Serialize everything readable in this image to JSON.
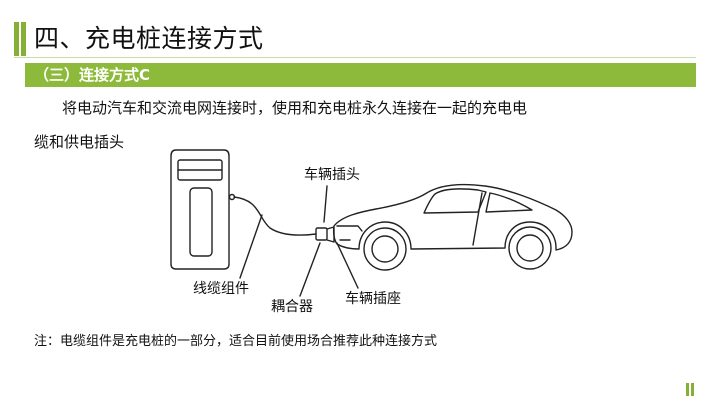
{
  "header": {
    "title": "四、充电桩连接方式",
    "accent_color": "#86b035"
  },
  "section": {
    "label": "（三）连接方式C",
    "bar_color": "#8dba3a"
  },
  "description": {
    "line1": "将电动汽车和交流电网连接时，使用和充电桩永久连接在一起的充电电",
    "line2": "缆和供电插头"
  },
  "diagram": {
    "labels": {
      "vehicle_plug": "车辆插头",
      "cable_assembly": "线缆组件",
      "coupler": "耦合器",
      "vehicle_socket": "车辆插座"
    }
  },
  "note": "注：电缆组件是充电桩的一部分，适合目前使用场合推荐此种连接方式"
}
